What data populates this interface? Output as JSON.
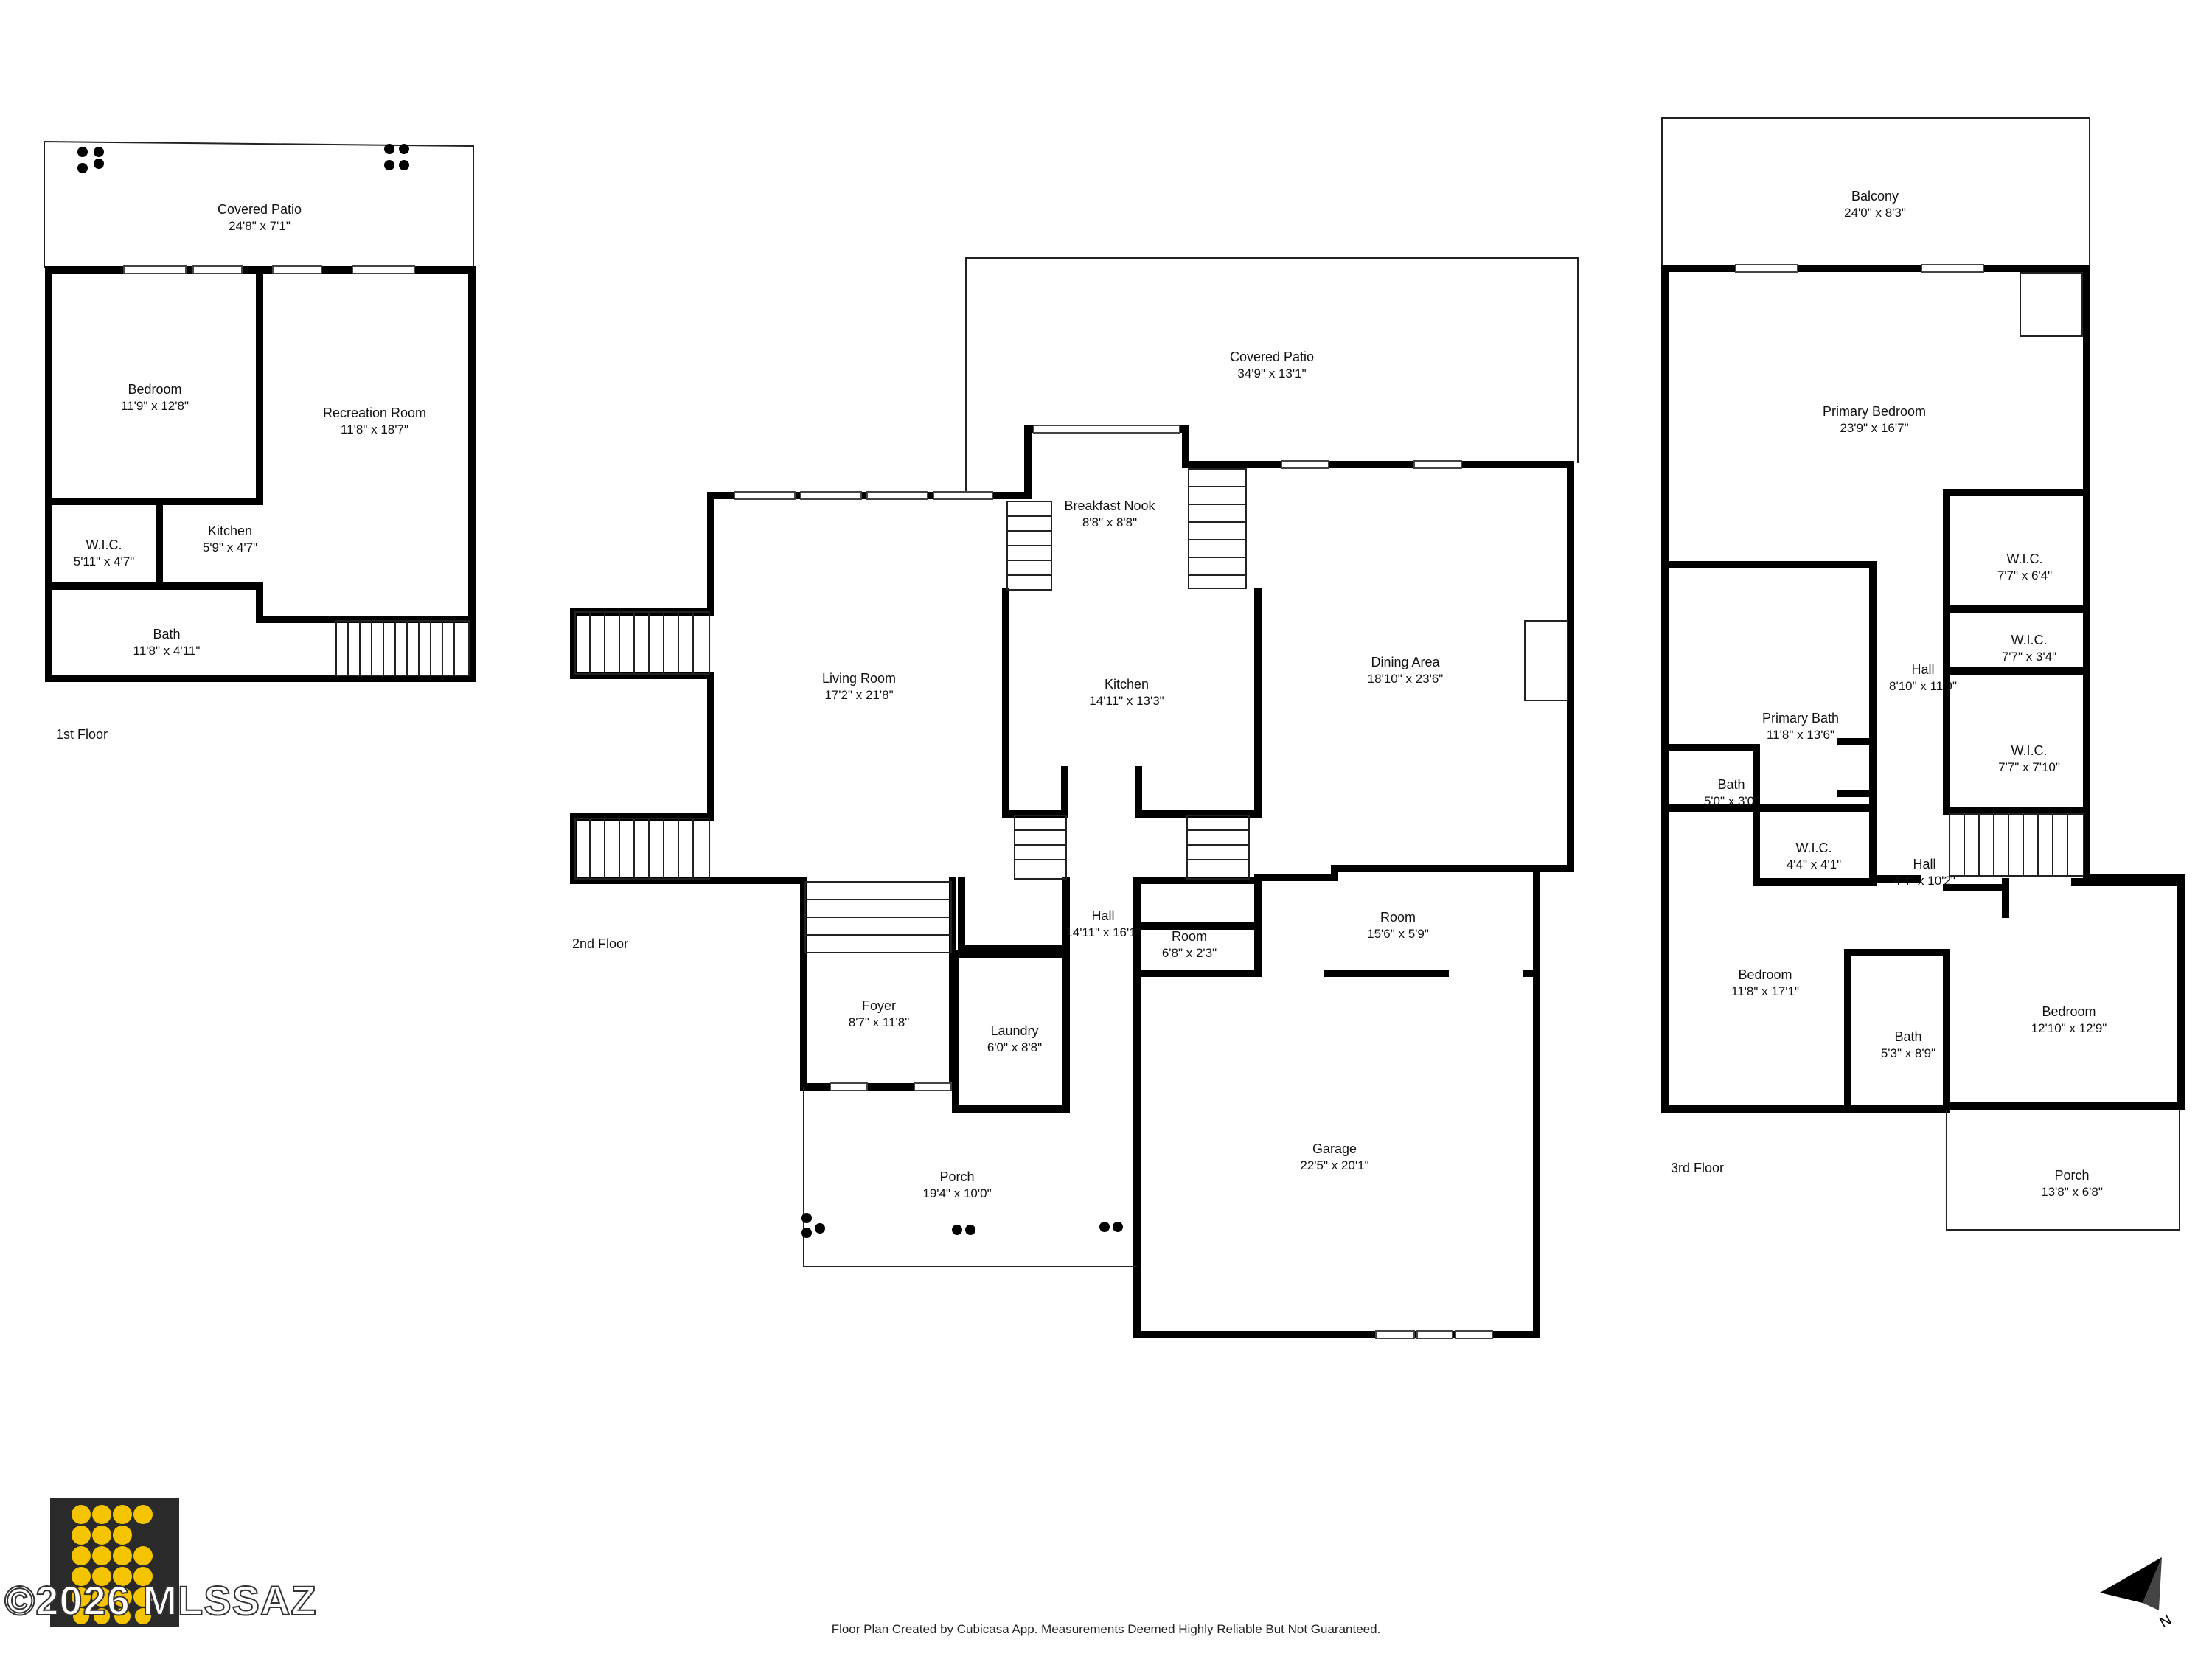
{
  "floors": [
    {
      "label": "1st Floor",
      "rooms": [
        {
          "name": "Covered Patio",
          "dims": "24'8\" x 7'1\""
        },
        {
          "name": "Bedroom",
          "dims": "11'9\" x 12'8\""
        },
        {
          "name": "Recreation Room",
          "dims": "11'8\" x 18'7\""
        },
        {
          "name": "W.I.C.",
          "dims": "5'11\" x 4'7\""
        },
        {
          "name": "Kitchen",
          "dims": "5'9\" x 4'7\""
        },
        {
          "name": "Bath",
          "dims": "11'8\" x 4'11\""
        }
      ]
    },
    {
      "label": "2nd Floor",
      "rooms": [
        {
          "name": "Covered Patio",
          "dims": "34'9\" x 13'1\""
        },
        {
          "name": "Breakfast Nook",
          "dims": "8'8\" x 8'8\""
        },
        {
          "name": "Living Room",
          "dims": "17'2\" x 21'8\""
        },
        {
          "name": "Kitchen",
          "dims": "14'11\" x 13'3\""
        },
        {
          "name": "Dining Area",
          "dims": "18'10\" x 23'6\""
        },
        {
          "name": "Hall",
          "dims": "14'11\" x 16'1\""
        },
        {
          "name": "Room",
          "dims": "6'8\" x 2'3\""
        },
        {
          "name": "Room",
          "dims": "15'6\" x 5'9\""
        },
        {
          "name": "Foyer",
          "dims": "8'7\" x 11'8\""
        },
        {
          "name": "Laundry",
          "dims": "6'0\" x 8'8\""
        },
        {
          "name": "Porch",
          "dims": "19'4\" x 10'0\""
        },
        {
          "name": "Garage",
          "dims": "22'5\" x 20'1\""
        }
      ]
    },
    {
      "label": "3rd Floor",
      "rooms": [
        {
          "name": "Balcony",
          "dims": "24'0\" x 8'3\""
        },
        {
          "name": "Primary Bedroom",
          "dims": "23'9\" x 16'7\""
        },
        {
          "name": "W.I.C.",
          "dims": "7'7\" x 6'4\""
        },
        {
          "name": "W.I.C.",
          "dims": "7'7\" x 3'4\""
        },
        {
          "name": "Hall",
          "dims": "8'10\" x 11'9\""
        },
        {
          "name": "W.I.C.",
          "dims": "7'7\" x 7'10\""
        },
        {
          "name": "Primary Bath",
          "dims": "11'8\" x 13'6\""
        },
        {
          "name": "Bath",
          "dims": "5'0\" x 3'0\""
        },
        {
          "name": "W.I.C.",
          "dims": "4'4\" x 4'1\""
        },
        {
          "name": "Hall",
          "dims": "4'4\" x 10'2\""
        },
        {
          "name": "Bedroom",
          "dims": "11'8\" x 17'1\""
        },
        {
          "name": "Bath",
          "dims": "5'3\" x 8'9\""
        },
        {
          "name": "Bedroom",
          "dims": "12'10\" x 12'9\""
        },
        {
          "name": "Porch",
          "dims": "13'8\" x 6'8\""
        }
      ]
    }
  ],
  "footer": {
    "disclaimer": "Floor Plan Created by Cubicasa App. Measurements Deemed Highly Reliable But Not Guaranteed.",
    "watermark": "©2026 MLSSAZ",
    "compass": "N"
  },
  "colors": {
    "logo_dots": "#f5c400",
    "logo_bg": "#2a2a2a",
    "walls": "#000000"
  }
}
